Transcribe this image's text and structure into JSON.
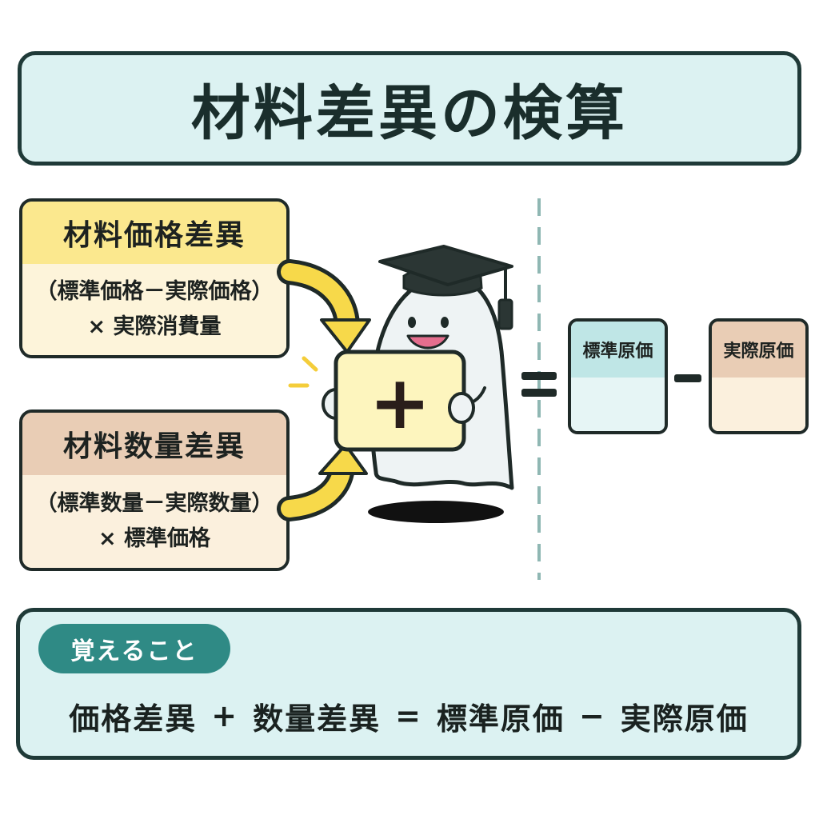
{
  "title": "材料差異の検算",
  "price_variance": {
    "heading": "材料価格差異",
    "formula_line1": "（標準価格－実際価格）",
    "formula_line2": "× 実際消費量"
  },
  "quantity_variance": {
    "heading": "材料数量差異",
    "formula_line1": "（標準数量－実際数量）",
    "formula_line2": "× 標準価格"
  },
  "center_sign": "+",
  "standard_cost_label": "標準原価",
  "actual_cost_label": "実際原価",
  "memo": {
    "badge": "覚えること",
    "formula": {
      "price": "価格差異",
      "plus": "+",
      "quantity": "数量差異",
      "equals": "=",
      "standard": "標準原価",
      "minus": "−",
      "actual": "実際原価"
    }
  },
  "colors": {
    "price_head": "#fbe88e",
    "quantity_head": "#e9cdb5",
    "standard_head": "#bfe6e6",
    "memo_bg": "#dcf2f2",
    "badge": "#2f8a85",
    "arrow": "#f7d94a"
  },
  "icons": [
    "ghost-mascot-icon",
    "graduation-cap-icon",
    "plus-sign-icon"
  ]
}
